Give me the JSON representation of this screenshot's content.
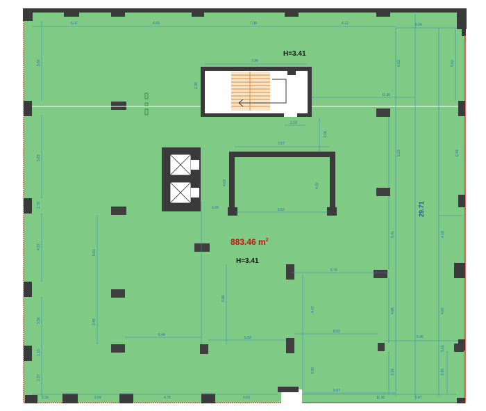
{
  "plan": {
    "area_label": "883.46 m",
    "area_sup": "2",
    "height_main": "H=3.41",
    "height_stair": "H=3.41",
    "overall_height_dim": "29.71",
    "colors": {
      "floor": "#7fca84",
      "wall": "#3a3a3a",
      "dimension": "#1f6fa8",
      "area_text": "#cc1111",
      "edge_red": "#e0302a"
    },
    "dimensions_top": [
      "5.07",
      "4.69",
      "7.09",
      "4.12",
      "6.34"
    ],
    "dimensions_bottom": [
      "2.29",
      "3.59",
      "4.75",
      "4.63",
      "5.97",
      "11.30",
      "6.87"
    ],
    "dimensions_left": [
      "5.66",
      "5.83",
      "1.76",
      "4.57",
      "3.56",
      "1.15",
      "2.37"
    ],
    "dimensions_stair": [
      "7.96",
      "2.36",
      "1.53",
      "2.66",
      "11.30"
    ],
    "dimensions_core": [
      "7.67",
      "4.63",
      "4.32",
      "2.20",
      "6.62"
    ],
    "dimensions_inner": [
      "5.51",
      "3.45",
      "5.44",
      "6.86",
      "5.93",
      "5.78",
      "4.47",
      "8.52",
      "4.85",
      "3.30",
      "3.16",
      "5.41",
      "5.23",
      "6.62",
      "4.18",
      "4.82",
      "5.46",
      "5.51",
      "3.15",
      "5.62",
      "6.34"
    ]
  }
}
